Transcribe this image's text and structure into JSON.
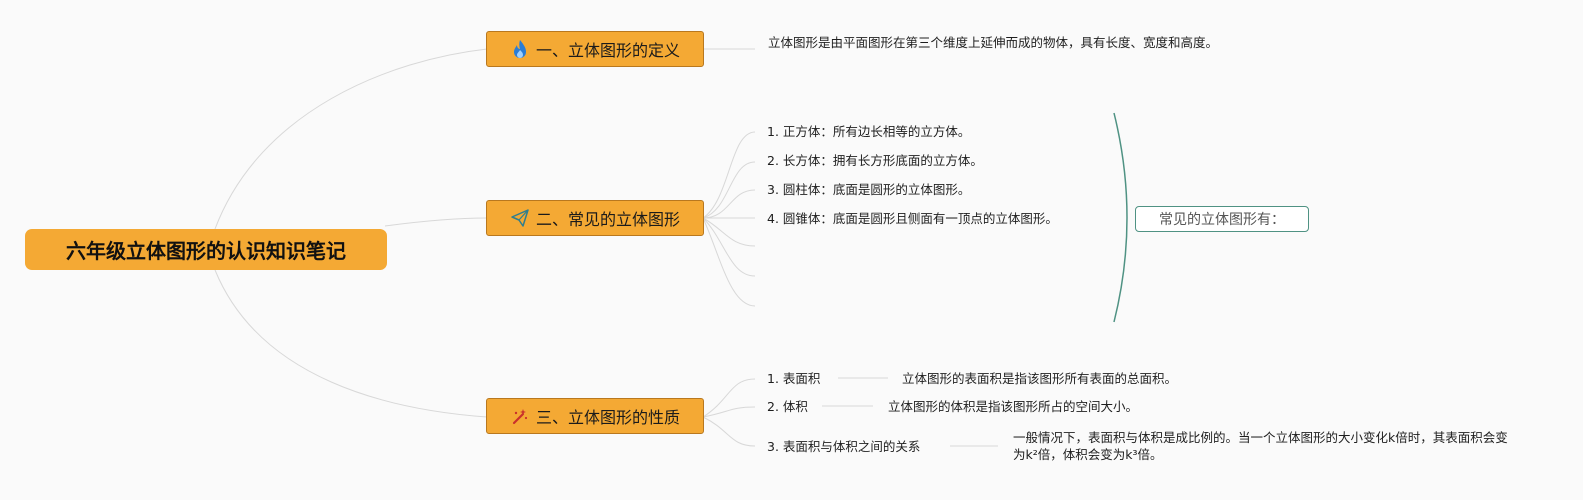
{
  "root": {
    "label": "六年级立体图形的认识知识笔记"
  },
  "branches": [
    {
      "label": "一、立体图形的定义",
      "icon": "fire-icon",
      "content": "立体图形是由平面图形在第三个维度上延伸而成的物体，具有长度、宽度和高度。"
    },
    {
      "label": "二、常见的立体图形",
      "icon": "paper-plane-icon",
      "items": [
        "1. 正方体：所有边长相等的立方体。",
        "2. 长方体：拥有长方形底面的立方体。",
        "3. 圆柱体：底面是圆形的立体图形。",
        "4. 圆锥体：底面是圆形且侧面有一顶点的立体图形。"
      ],
      "summary": "常见的立体图形有："
    },
    {
      "label": "三、立体图形的性质",
      "icon": "magic-wand-icon",
      "items": [
        {
          "label": "1. 表面积",
          "detail": "立体图形的表面积是指该图形所有表面的总面积。"
        },
        {
          "label": "2. 体积",
          "detail": "立体图形的体积是指该图形所占的空间大小。"
        },
        {
          "label": "3. 表面积与体积之间的关系",
          "detail": "一般情况下，表面积与体积是成比例的。当一个立体图形的大小变化k倍时，其表面积会变为k²倍，体积会变为k³倍。"
        }
      ]
    }
  ],
  "colors": {
    "node_fill": "#f4a934",
    "summary_border": "#4f9283",
    "line": "#d6d6d6"
  }
}
